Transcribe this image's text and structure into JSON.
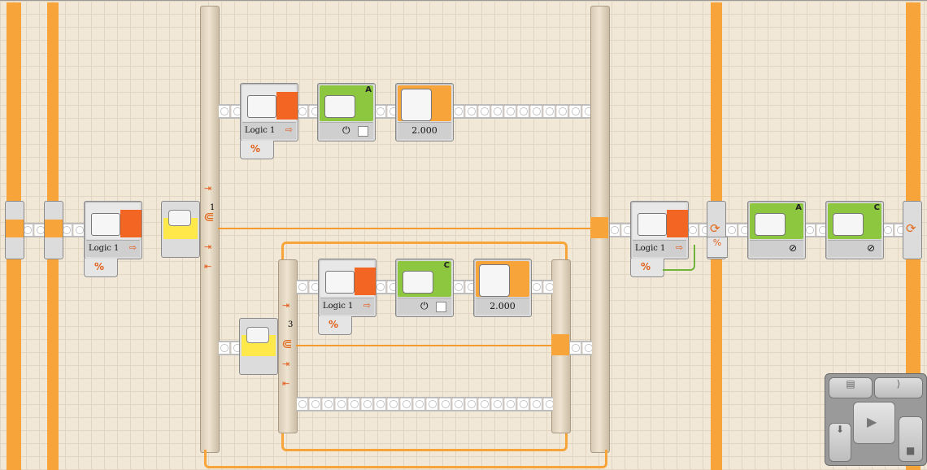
{
  "blocks": {
    "logic_main": {
      "label": "Logic 1"
    },
    "logic_top": {
      "label": "Logic 1"
    },
    "logic_mid": {
      "label": "Logic 1"
    },
    "logic_right": {
      "label": "Logic 1"
    },
    "motor_top": {
      "port": "A"
    },
    "motor_mid": {
      "port": "C"
    },
    "motor_right_a": {
      "port": "A"
    },
    "motor_right_c": {
      "port": "C"
    },
    "wait_top": {
      "value": "2.000"
    },
    "wait_mid": {
      "value": "2.000"
    }
  },
  "switches": {
    "outer": {
      "case_count": "1"
    },
    "inner": {
      "case_count": "3"
    }
  },
  "colors": {
    "loop_orange": "#f7a53a",
    "action_orange": "#f26522",
    "motor_green": "#8dc63f",
    "sensor_yellow": "#ffe94a",
    "canvas_bg": "#f1e8d8"
  },
  "icons": {
    "logic": "briefcase-icon",
    "motor": "motor-icon",
    "wait": "hourglass-icon",
    "switch": "hand-pointer-icon",
    "loop": "cycle-icon",
    "controller": "play-icon"
  }
}
